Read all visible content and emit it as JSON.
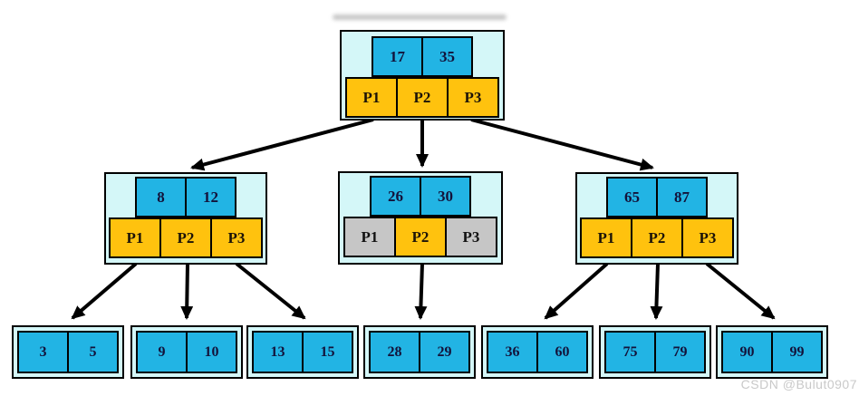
{
  "watermark": "CSDN @Bulut0907",
  "colors": {
    "key_fill": "#22b4e4",
    "pointer_active_fill": "#ffc20e",
    "pointer_inactive_fill": "#c6c6c6",
    "node_background": "#d4f7f8",
    "border": "#000000",
    "text": "#13123a",
    "watermark_text": "#c9c9c9"
  },
  "tree": {
    "type": "b-plus-tree",
    "root": {
      "keys": [
        "17",
        "35"
      ],
      "pointers": [
        {
          "label": "P1",
          "state": "active"
        },
        {
          "label": "P2",
          "state": "active"
        },
        {
          "label": "P3",
          "state": "active"
        }
      ]
    },
    "internal_nodes": [
      {
        "name": "left-internal",
        "keys": [
          "8",
          "12"
        ],
        "pointers": [
          {
            "label": "P1",
            "state": "active"
          },
          {
            "label": "P2",
            "state": "active"
          },
          {
            "label": "P3",
            "state": "active"
          }
        ]
      },
      {
        "name": "middle-internal",
        "keys": [
          "26",
          "30"
        ],
        "pointers": [
          {
            "label": "P1",
            "state": "inactive"
          },
          {
            "label": "P2",
            "state": "active"
          },
          {
            "label": "P3",
            "state": "inactive"
          }
        ]
      },
      {
        "name": "right-internal",
        "keys": [
          "65",
          "87"
        ],
        "pointers": [
          {
            "label": "P1",
            "state": "active"
          },
          {
            "label": "P2",
            "state": "active"
          },
          {
            "label": "P3",
            "state": "active"
          }
        ]
      }
    ],
    "leaves": [
      [
        "3",
        "5"
      ],
      [
        "9",
        "10"
      ],
      [
        "13",
        "15"
      ],
      [
        "28",
        "29"
      ],
      [
        "36",
        "60"
      ],
      [
        "75",
        "79"
      ],
      [
        "90",
        "99"
      ]
    ],
    "edges": [
      {
        "from": "root.P1",
        "to": "left-internal"
      },
      {
        "from": "root.P2",
        "to": "middle-internal"
      },
      {
        "from": "root.P3",
        "to": "right-internal"
      },
      {
        "from": "left-internal.P1",
        "to": "leaf-3-5"
      },
      {
        "from": "left-internal.P2",
        "to": "leaf-9-10"
      },
      {
        "from": "left-internal.P3",
        "to": "leaf-13-15"
      },
      {
        "from": "middle-internal.P2",
        "to": "leaf-28-29"
      },
      {
        "from": "right-internal.P1",
        "to": "leaf-36-60"
      },
      {
        "from": "right-internal.P2",
        "to": "leaf-75-79"
      },
      {
        "from": "right-internal.P3",
        "to": "leaf-90-99"
      }
    ]
  }
}
